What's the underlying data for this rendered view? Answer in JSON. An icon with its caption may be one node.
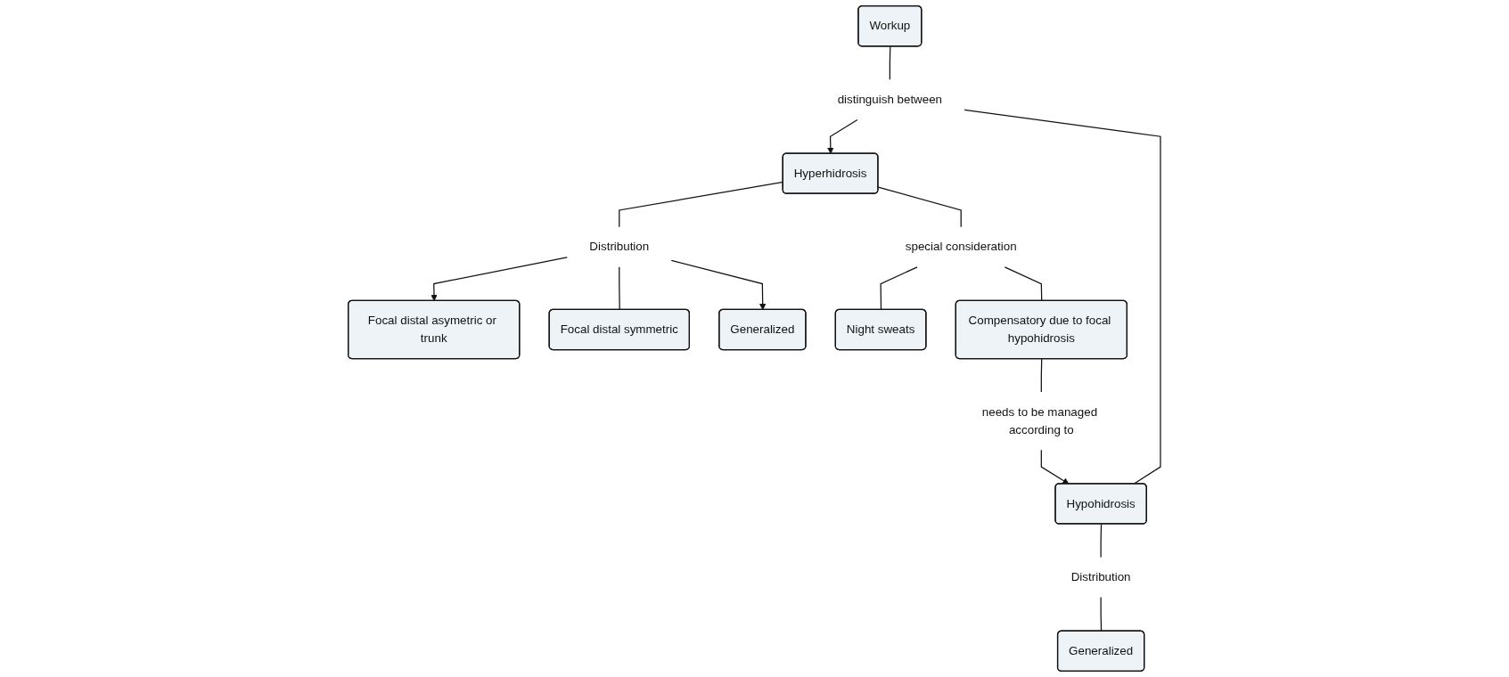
{
  "diagram": {
    "nodes": [
      {
        "text": [
          "Workup"
        ]
      },
      {
        "text": [
          "distinguish between"
        ]
      },
      {
        "text": [
          "Hyperhidrosis"
        ]
      },
      {
        "text": [
          "Distribution"
        ]
      },
      {
        "text": [
          "Focal distal asymetric or trunk"
        ]
      },
      {
        "text": [
          "Focal distal symmetric"
        ]
      },
      {
        "text": [
          "Generalized"
        ]
      },
      {
        "text": [
          "special consideration"
        ]
      },
      {
        "text": [
          "Night sweats"
        ]
      },
      {
        "text": [
          "Compensatory due to focal hypohidrosis"
        ]
      },
      {
        "text": [
          "needs to be managed according to"
        ]
      },
      {
        "text": [
          "Hypohidrosis"
        ]
      },
      {
        "text": [
          "Distribution"
        ]
      },
      {
        "text": [
          "Generalized"
        ]
      }
    ],
    "edges": [
      {
        "from": 0,
        "to": 1,
        "arrow": "none"
      },
      {
        "from": 1,
        "to": 2,
        "arrow": "to"
      },
      {
        "from": 1,
        "to": 11,
        "arrow": "none"
      },
      {
        "from": 2,
        "to": 3,
        "arrow": "none"
      },
      {
        "from": 3,
        "to": 4,
        "arrow": "to"
      },
      {
        "from": 3,
        "to": 5,
        "arrow": "none"
      },
      {
        "from": 3,
        "to": 6,
        "arrow": "to"
      },
      {
        "from": 2,
        "to": 7,
        "arrow": "none"
      },
      {
        "from": 7,
        "to": 8,
        "arrow": "none"
      },
      {
        "from": 7,
        "to": 9,
        "arrow": "none"
      },
      {
        "from": 9,
        "to": 10,
        "arrow": "none"
      },
      {
        "from": 10,
        "to": 11,
        "arrow": "to"
      },
      {
        "from": 11,
        "to": 12,
        "arrow": "none"
      },
      {
        "from": 12,
        "to": 13,
        "arrow": "none"
      }
    ]
  }
}
